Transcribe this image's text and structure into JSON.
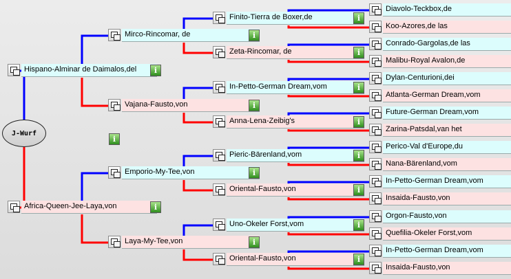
{
  "root": {
    "label": "J-Wurf"
  },
  "info_icon": "i",
  "colors": {
    "sire_line": "#0000ff",
    "dam_line": "#ff0000",
    "sire_bg": "#dcfdfd",
    "dam_bg": "#fde2e2"
  },
  "pedigree": {
    "sire": "Hispano-Alminar de Daimalos,del",
    "dam": "Africa-Queen-Jee-Laya,von",
    "sire_sire": "Mirco-Rincomar, de",
    "sire_dam": "Vajana-Fausto,von",
    "dam_sire": "Emporio-My-Tee,von",
    "dam_dam": "Laya-My-Tee,von",
    "sss": "Finito-Tierra de Boxer,de",
    "ssd": "Zeta-Rincomar, de",
    "sds": "In-Petto-German Dream,vom",
    "sdd": "Anna-Lena-Zeibig's",
    "dss": "Pieric-Bärenland,vom",
    "dsd": "Oriental-Fausto,von",
    "dds": "Uno-Okeler Forst,vom",
    "ddd": "Oriental-Fausto,von",
    "ssss": "Diavolo-Teckbox,de",
    "sssd": "Koo-Azores,de las",
    "ssds": "Conrado-Gargolas,de las",
    "ssdd": "Malibu-Royal Avalon,de",
    "sdss": "Dylan-Centurioni,dei",
    "sdsd": "Atlanta-German Dream,vom",
    "sdds": "Future-German Dream,vom",
    "sddd": "Zarina-Patsdal,van het",
    "dsss": "Perico-Val d'Europe,du",
    "dssd": "Nana-Bärenland,vom",
    "dsds": "In-Petto-German Dream,vom",
    "dsdd": "Insaida-Fausto,von",
    "ddss": "Orgon-Fausto,von",
    "ddsd": "Quefilia-Okeler Forst,vom",
    "ddds": "In-Petto-German Dream,vom",
    "dddd": "Insaida-Fausto,von"
  }
}
